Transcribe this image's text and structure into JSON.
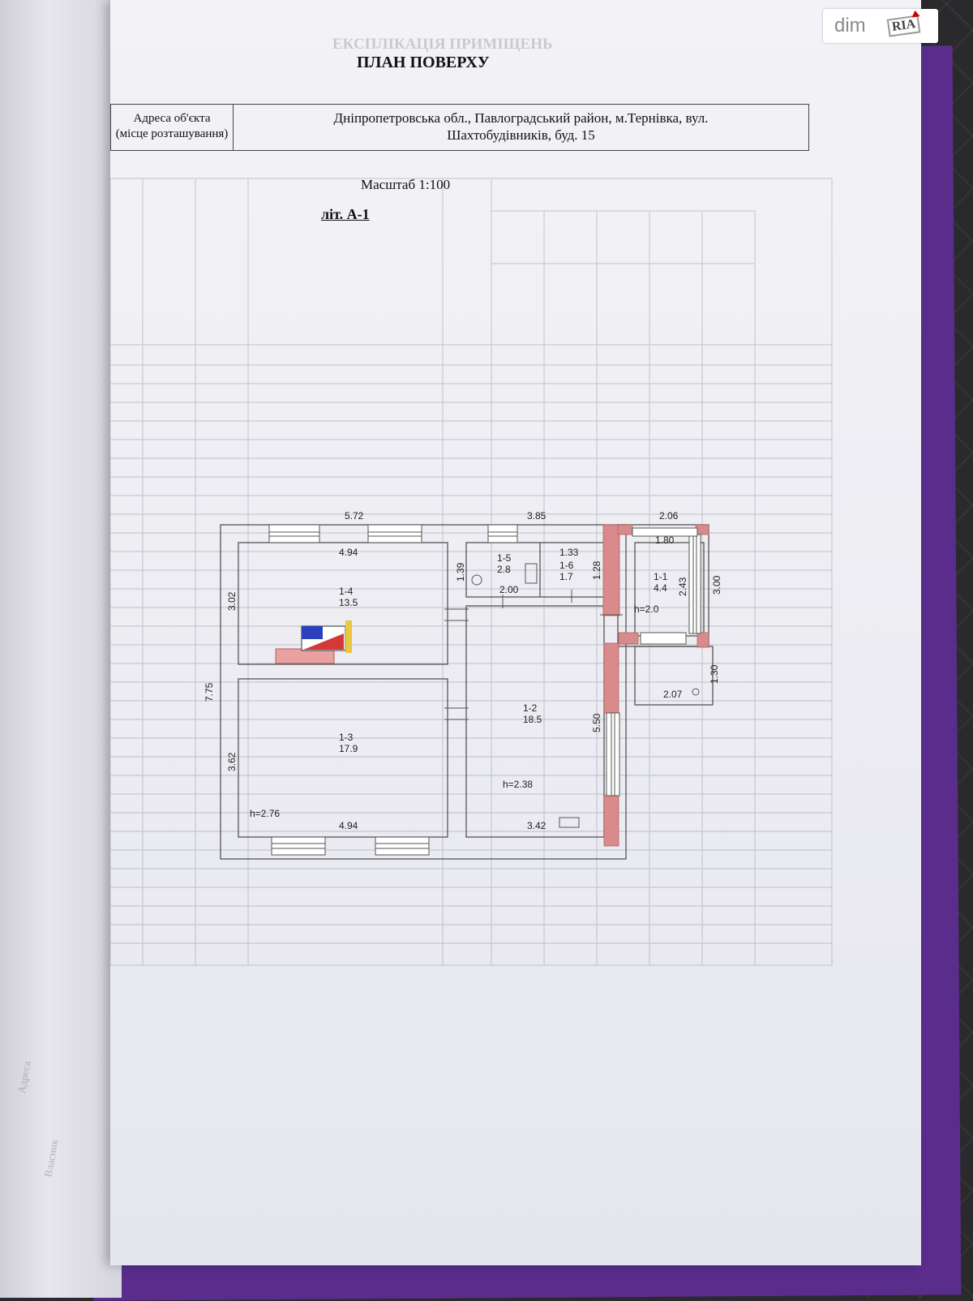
{
  "header": {
    "title": "ПЛАН ПОВЕРХУ",
    "ghost_title": "ЕКСПЛІКАЦІЯ ПРИМІЩЕНЬ"
  },
  "address": {
    "label_line1": "Адреса об'єкта",
    "label_line2": "(місце розташування)",
    "value_line1": "Дніпропетровська обл., Павлоградський район, м.Тернівка, вул.",
    "value_line2": "Шахтобудівників, буд. 15"
  },
  "scale": "Масштаб 1:100",
  "letter": "літ. А-1",
  "logo": {
    "text": "dim",
    "mark": "RIA"
  },
  "plan": {
    "dims": {
      "top_left": "5.72",
      "top_mid": "3.85",
      "top_right": "2.06",
      "r4_width": "4.94",
      "r3_width": "4.94",
      "r4_height": "3.02",
      "r3_height": "3.62",
      "total_height": "7.75",
      "r5_height": "1.39",
      "r5_width": "2.00",
      "r6_width": "1.33",
      "r6_height": "1.28",
      "r1_width": "1.80",
      "r1_height": "2.43",
      "right_outer": "3.00",
      "porch_height": "1.30",
      "porch_width": "2.07",
      "r2_height": "5.50",
      "r2_width": "3.42"
    },
    "rooms": [
      {
        "id": "1-4",
        "area": "13.5"
      },
      {
        "id": "1-3",
        "area": "17.9"
      },
      {
        "id": "1-5",
        "area": "2.8"
      },
      {
        "id": "1-6",
        "area": "1.7"
      },
      {
        "id": "1-1",
        "area": "4.4"
      },
      {
        "id": "1-2",
        "area": "18.5"
      }
    ],
    "heights": {
      "main": "h=2.76",
      "kitchen": "h=2.38",
      "entry": "h=2.0"
    }
  },
  "colors": {
    "brick": "#d98a8a",
    "folder": "#5a2d8c",
    "page": "#efeff4"
  }
}
